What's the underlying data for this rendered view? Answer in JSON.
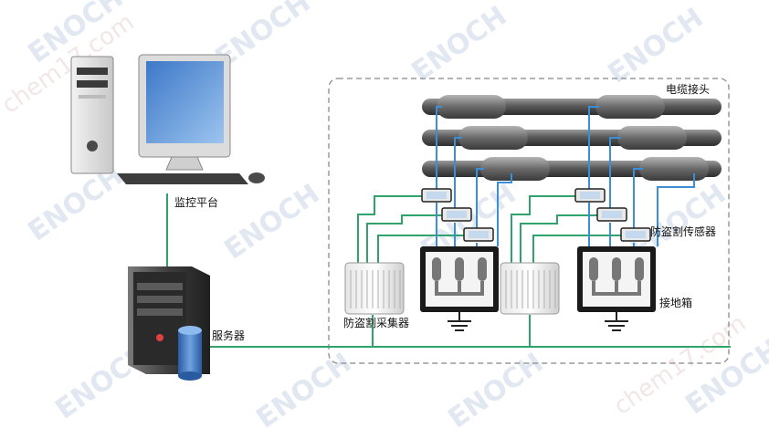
{
  "labels": {
    "cable_joint": "电缆接头",
    "monitor_platform": "监控平台",
    "anti_theft_sensor": "防盗割传感器",
    "ground_box": "接地箱",
    "anti_theft_collector": "防盗割采集器",
    "server": "服务器"
  },
  "watermarks": {
    "brand": "ENOCH",
    "site": "chem17.com"
  },
  "colors": {
    "link_green": "#2fa36b",
    "sensor_blue": "#3a8fd8",
    "cable_gray": "#6e6e6e",
    "dashed_border": "#9a9a9a"
  }
}
